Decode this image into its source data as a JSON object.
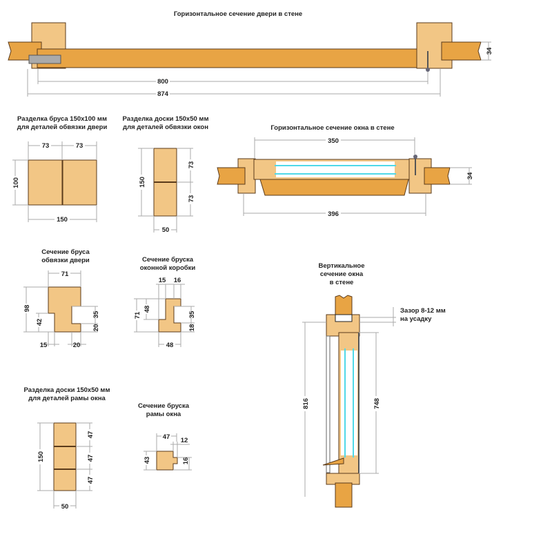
{
  "door_horizontal": {
    "title": "Горизонтальное сечение двери в стене",
    "dims": [
      "800",
      "874",
      "34"
    ]
  },
  "door_beam_cut": {
    "title": [
      "Разделка бруса 150x100 мм",
      "для деталей обвязки двери"
    ],
    "dims": [
      "73",
      "73",
      "100",
      "150"
    ]
  },
  "window_board_cut": {
    "title": [
      "Разделка доски 150x50 мм",
      "для деталей обвязки окон"
    ],
    "dims": [
      "150",
      "73",
      "73",
      "50"
    ]
  },
  "window_horizontal": {
    "title": "Горизонтальное сечение окна в стене",
    "dims": [
      "350",
      "396",
      "34"
    ]
  },
  "door_frame_section": {
    "title": [
      "Сечение бруса",
      "обвязки двери"
    ],
    "dims": [
      "71",
      "98",
      "42",
      "35",
      "20",
      "15",
      "20"
    ]
  },
  "window_box_section": {
    "title": [
      "Сечение бруска",
      "оконной коробки"
    ],
    "dims": [
      "15",
      "16",
      "71",
      "48",
      "35",
      "18",
      "48"
    ]
  },
  "sash_board_cut": {
    "title": [
      "Разделка доски 150x50 мм",
      "для деталей рамы окна"
    ],
    "dims": [
      "150",
      "47",
      "47",
      "47",
      "50"
    ]
  },
  "sash_section": {
    "title": [
      "Сечение бруска",
      "рамы окна"
    ],
    "dims": [
      "47",
      "12",
      "43",
      "16"
    ]
  },
  "window_vertical": {
    "title": [
      "Вертикальное",
      "сечение окна",
      "в стене"
    ],
    "dims": [
      "816",
      "748"
    ],
    "gap_note": [
      "Зазор 8-12 мм",
      "на усадку"
    ]
  }
}
